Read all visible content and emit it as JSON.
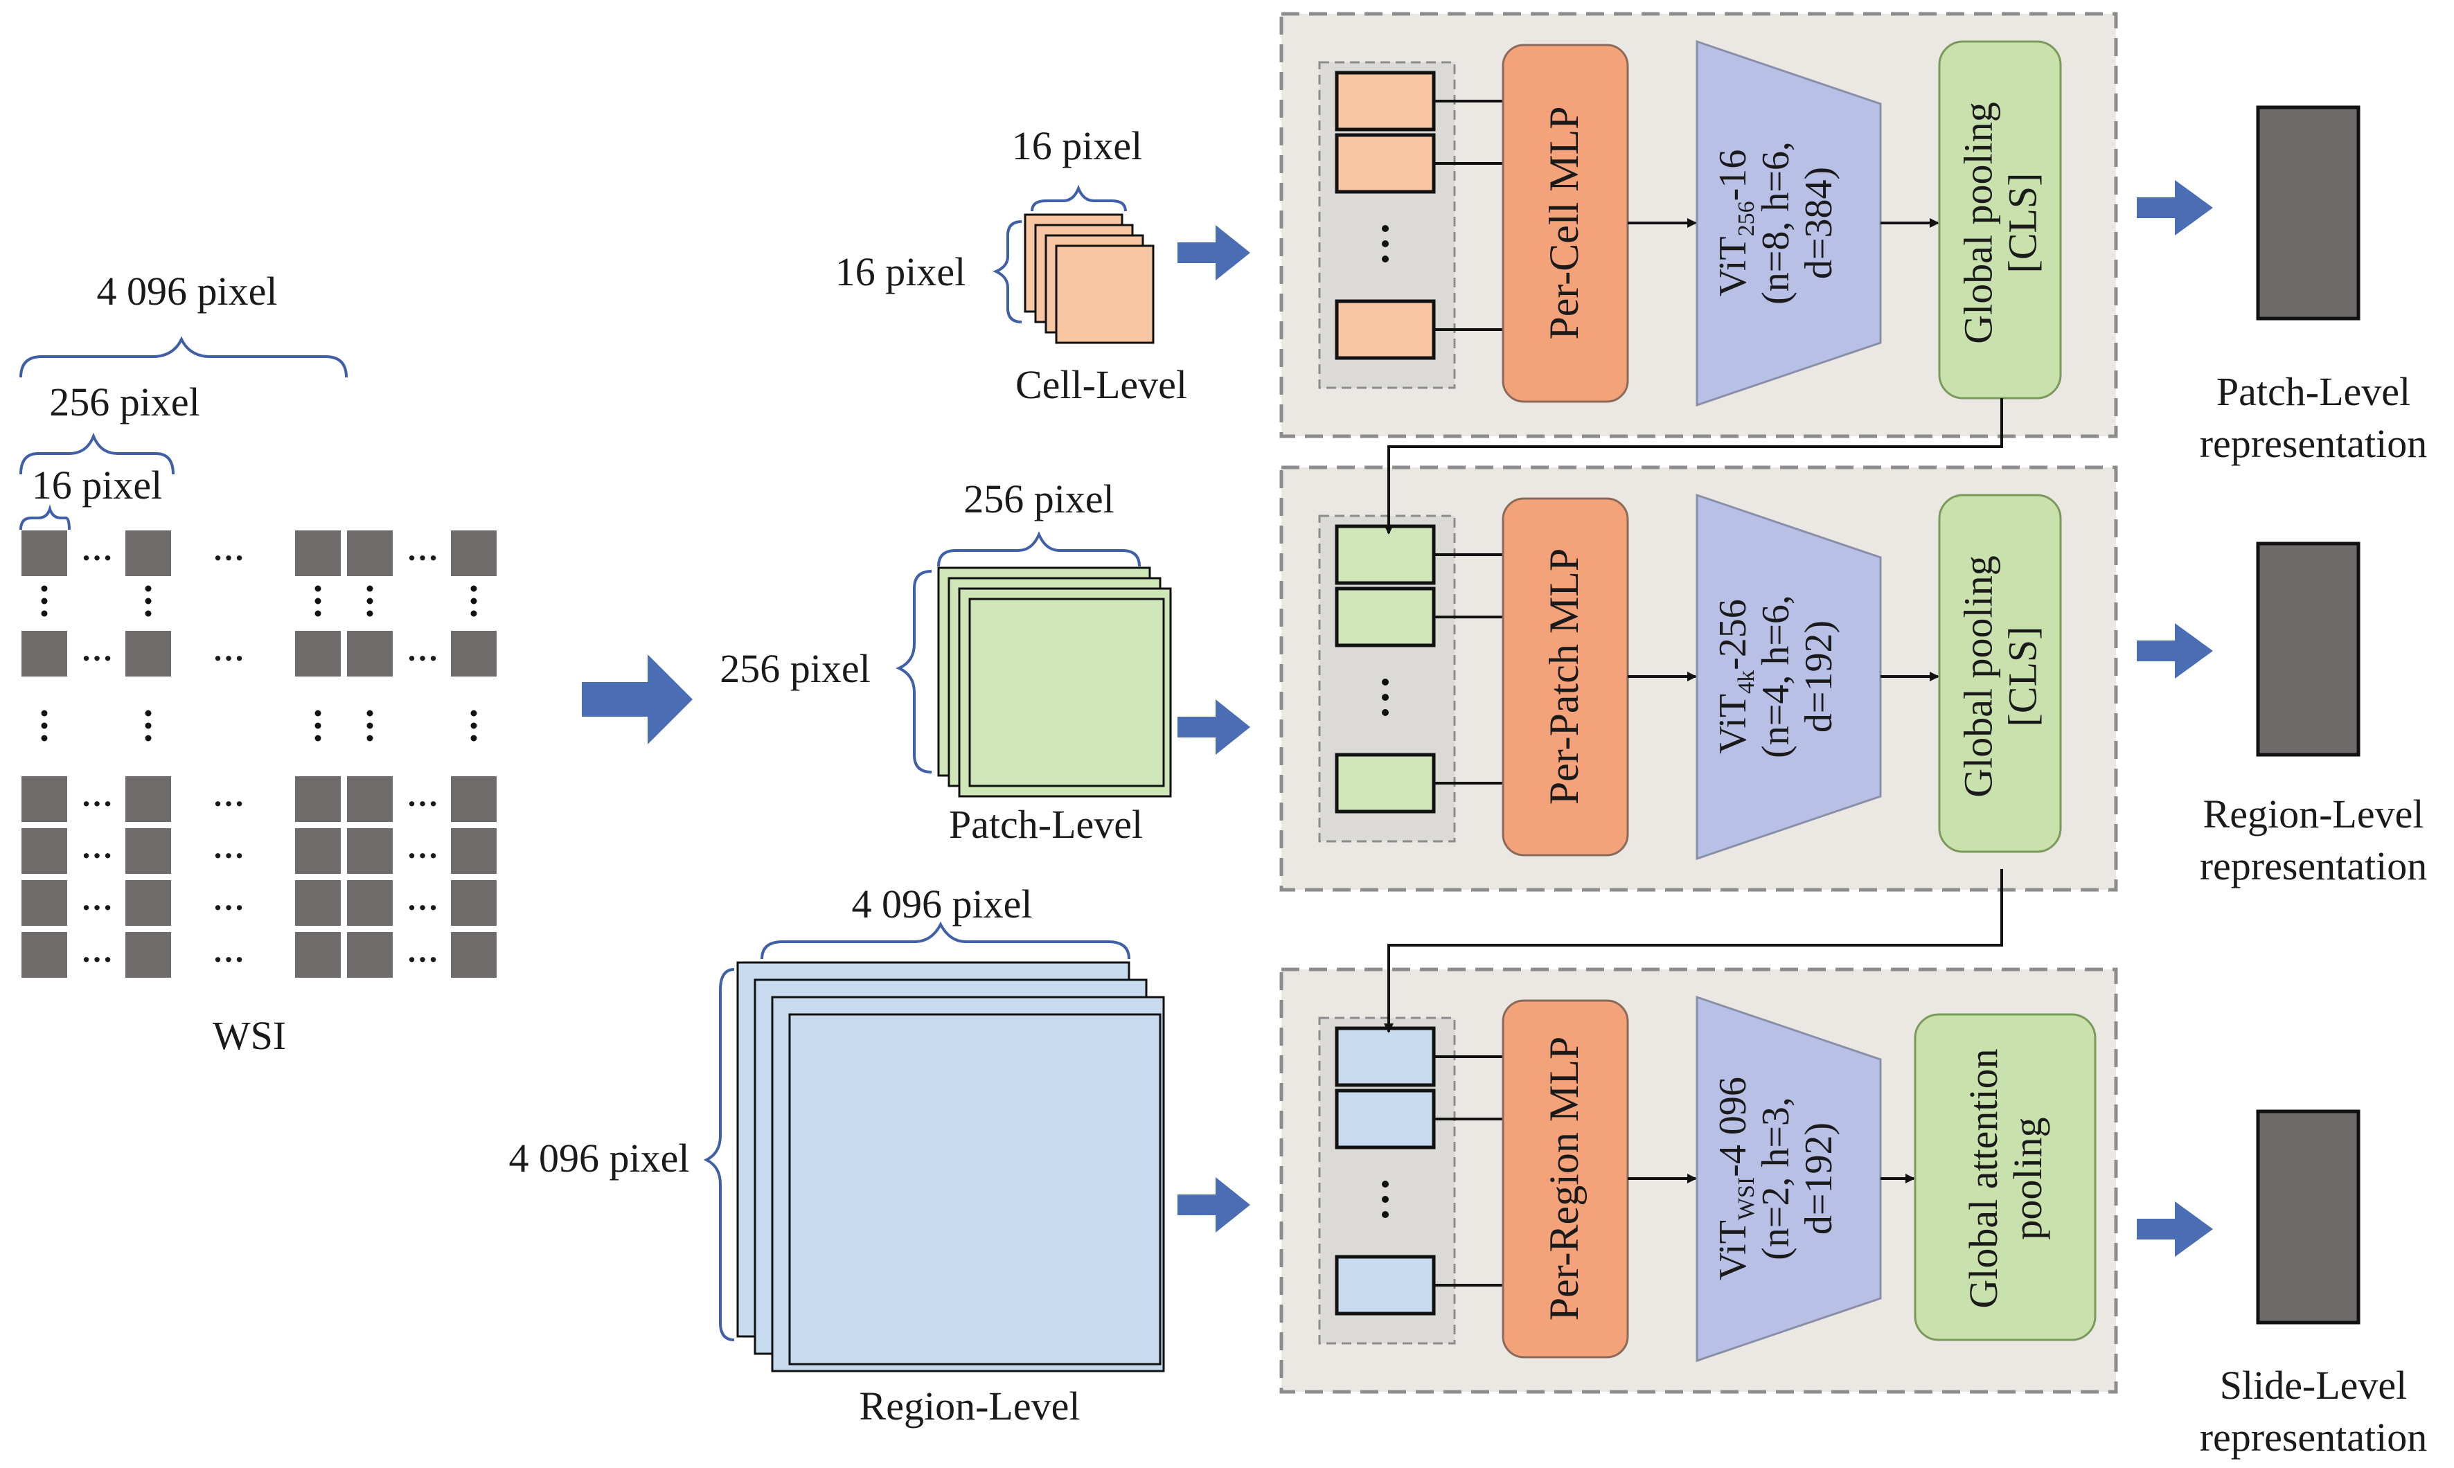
{
  "wsi": {
    "label": "WSI",
    "dim_outer": "4 096 pixel",
    "dim_mid": "256 pixel",
    "dim_inner": "16 pixel"
  },
  "levels": [
    {
      "id": "cell",
      "level_label": "Cell-Level",
      "dim_top": "16 pixel",
      "dim_side": "16 pixel",
      "tile_color": "#f9c6a4",
      "mlp_label": "Per-Cell MLP",
      "vit_label": "ViT",
      "vit_sub": "256",
      "vit_suffix": "-16",
      "vit_params": "(n=8, h=6,",
      "vit_params2": "d=384)",
      "pool_label": "Global pooling",
      "pool_label2": "[CLS]",
      "output_label": "Patch-Level",
      "output_label2": "representation"
    },
    {
      "id": "patch",
      "level_label": "Patch-Level",
      "dim_top": "256 pixel",
      "dim_side": "256 pixel",
      "tile_color": "#cfe6b8",
      "mlp_label": "Per-Patch MLP",
      "vit_label": "ViT",
      "vit_sub": "4k",
      "vit_suffix": "-256",
      "vit_params": "(n=4, h=6,",
      "vit_params2": "d=192)",
      "pool_label": "Global pooling",
      "pool_label2": "[CLS]",
      "output_label": "Region-Level",
      "output_label2": "representation"
    },
    {
      "id": "region",
      "level_label": "Region-Level",
      "dim_top": "4 096 pixel",
      "dim_side": "4 096 pixel",
      "tile_color": "#c7daee",
      "mlp_label": "Per-Region MLP",
      "vit_label": "ViT",
      "vit_sub": "WSI",
      "vit_suffix": "-4 096",
      "vit_params": "(n=2, h=3,",
      "vit_params2": "d=192)",
      "pool_label": "Global attention",
      "pool_label2": "pooling",
      "output_label": "Slide-Level",
      "output_label2": "representation"
    }
  ],
  "colors": {
    "panel_bg": "#ebe8e3",
    "panel_border": "#8c8c8c",
    "mlp": "#f4a27a",
    "vit": "#b8c0e6",
    "pool": "#c9e2ad",
    "output": "#6e6a6a",
    "arrow": "#4a6db3",
    "tile_gray": "#6f6b6b",
    "brace": "#3f5fa8"
  }
}
